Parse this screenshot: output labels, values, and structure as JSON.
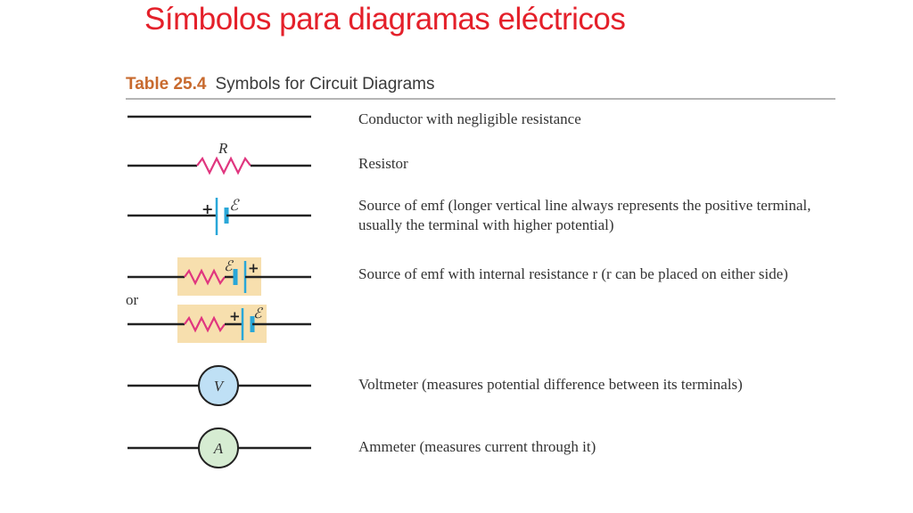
{
  "slide": {
    "title": "Símbolos para diagramas eléctricos"
  },
  "table": {
    "number": "Table 25.4",
    "caption": "Symbols for Circuit Diagrams",
    "or_label": "or",
    "rows": [
      {
        "description": "Conductor with negligible resistance"
      },
      {
        "description": "Resistor",
        "symbol_label": "R"
      },
      {
        "description": "Source of emf (longer vertical line always represents the positive terminal, usually the terminal with higher potential)",
        "plus": "+",
        "emf": "ℰ"
      },
      {
        "description": "Source of emf with internal resistance r (r can be placed on either side)",
        "plus": "+",
        "emf": "ℰ"
      },
      {
        "description": "Voltmeter (measures potential difference between its terminals)",
        "meter_label": "V",
        "fill": "#bfe0f5"
      },
      {
        "description": "Ammeter (measures current through it)",
        "meter_label": "A",
        "fill": "#d6ecd2"
      }
    ]
  },
  "colors": {
    "title": "#e4202a",
    "table_number": "#c86a2e",
    "resistor": "#e0367f",
    "battery_plate": "#29a7d8",
    "highlight": "#f7dfae"
  }
}
